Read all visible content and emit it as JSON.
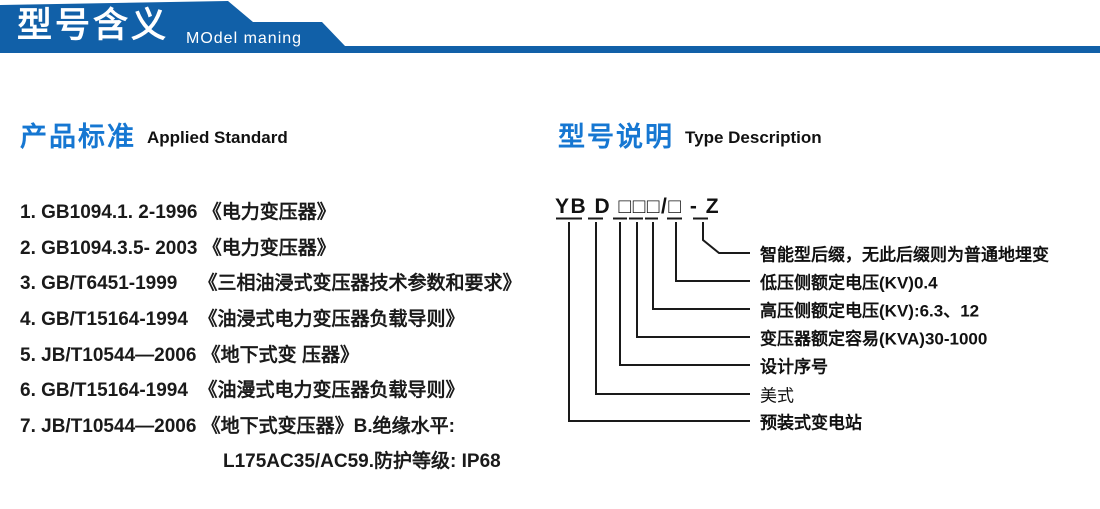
{
  "banner": {
    "title": "型号含义",
    "subtitle": "MOdel maning",
    "bg_color": "#1160A8"
  },
  "sections": {
    "left": {
      "heading_cn": "产品标准",
      "heading_en": "Applied Standard",
      "heading_color": "#1677D2",
      "standards": [
        "1. GB1094.1. 2-1996 《电力变压器》",
        "2. GB1094.3.5- 2003 《电力变压器》",
        "3. GB/T6451-1999    《三相油浸式变压器技术参数和要求》",
        "4. GB/T15164-1994  《油浸式电力变压器负载导则》",
        "5. JB/T10544—2006 《地下式变 压器》",
        "6. GB/T15164-1994  《油漫式电力变压器负载导则》",
        "7. JB/T10544—2006 《地下式变压器》B.绝缘水平:",
        "L175AC35/AC59.防护等级: IP68"
      ]
    },
    "right": {
      "heading_cn": "型号说明",
      "heading_en": "Type Description",
      "model_code": "YB D □□□/□ - Z",
      "tree_labels": [
        "智能型后缀，无此后缀则为普通地埋变",
        "低压侧额定电压(KV)0.4",
        "高压侧额定电压(KV):6.3、12",
        "变压器额定容易(KVA)30-1000",
        "设计序号",
        "美式",
        "预装式变电站"
      ]
    }
  }
}
